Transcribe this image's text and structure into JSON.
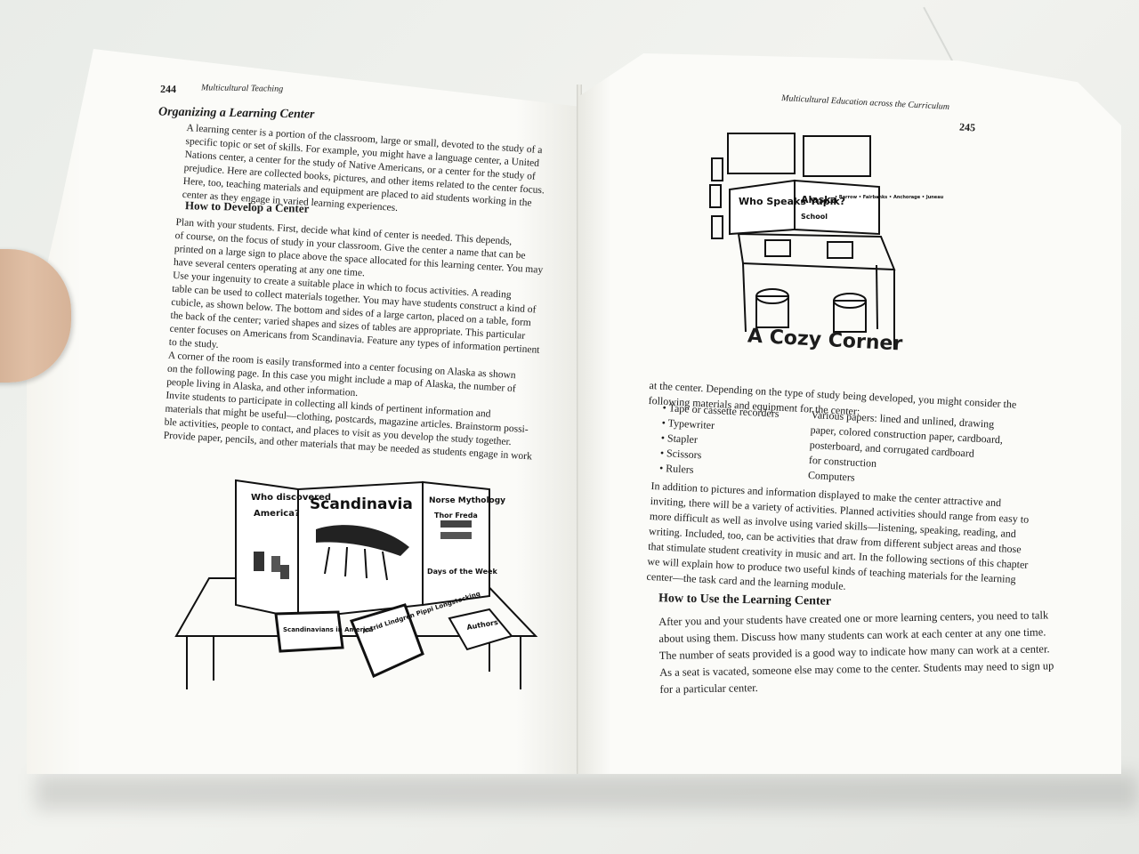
{
  "left_page": {
    "page_number": "244",
    "running_head": "Multicultural Teaching",
    "heading1": "Organizing a Learning Center",
    "para1": [
      "A learning center is a portion of the classroom, large or small, devoted to the study of a",
      "specific topic or set of skills. For example, you might have a language center, a United",
      "Nations center, a center for the study of Native Americans, or a center for the study of",
      "prejudice. Here are collected books, pictures, and other items related to the center focus.",
      "Here, too, teaching materials and equipment are placed to aid students working in the",
      "center as they engage in varied learning experiences."
    ],
    "heading2": "How to Develop a Center",
    "para2": [
      "Plan with your students. First, decide what kind of center is needed. This depends,",
      "of course, on the focus of study in your classroom. Give the center a name that can be",
      "printed on a large sign to place above the space allocated for this learning center. You may",
      "have several centers operating at any one time.",
      "Use your ingenuity to create a suitable place in which to focus activities. A reading",
      "table can be used to collect materials together. You may have students construct a kind of",
      "cubicle, as shown below. The bottom and sides of a large carton, placed on a table, form",
      "the back of the center; varied shapes and sizes of tables are appropriate. This particular",
      "center focuses on Americans from Scandinavia. Feature any types of information pertinent",
      "to the study.",
      "A corner of the room is easily transformed into a center focusing on Alaska as shown",
      "on the following page. In this case you might include a map of Alaska, the number of",
      "people living in Alaska, and other information.",
      "Invite students to participate in collecting all kinds of pertinent information and",
      "materials that might be useful—clothing, postcards, magazine articles. Brainstorm possi-",
      "ble activities, people to contact, and places to visit as you develop the study together.",
      "Provide paper, pencils, and other materials that may be needed as students engage in work"
    ],
    "illustration_labels": {
      "panel_left": "Who discovered America?",
      "panel_center": "Scandinavia",
      "panel_right_top": "Norse Mythology",
      "panel_right_sub": "Thor Freda",
      "panel_right_bottom": "Days of the Week",
      "book1": "Scandinavians in America",
      "book2": "Astrid Lindgren Pippi Longstocking",
      "book3": "Authors"
    }
  },
  "right_page": {
    "page_number": "245",
    "running_head": "Multicultural Education across the Curriculum",
    "illustration_caption": "A Cozy Corner",
    "illustration_labels": {
      "sign": "Who Speaks Yupik?",
      "alaska": "Alaska",
      "school": "School",
      "list": "• Barrow • Fairbanks • Anchorage • Juneau"
    },
    "para1": [
      "at the center. Depending on the type of study being developed, you might consider the",
      "following materials and equipment for the center:"
    ],
    "list_left": [
      "Tape or cassette recorders",
      "Typewriter",
      "Stapler",
      "Scissors",
      "Rulers"
    ],
    "list_right": [
      "Various papers: lined and unlined, drawing",
      "paper, colored construction paper, cardboard,",
      "posterboard, and corrugated cardboard",
      "for construction",
      "Computers"
    ],
    "para2": [
      "In addition to pictures and information displayed to make the center attractive and",
      "inviting, there will be a variety of activities. Planned activities should range from easy to",
      "more difficult as well as involve using varied skills—listening, speaking, reading, and",
      "writing. Included, too, can be activities that draw from different subject areas and those",
      "that stimulate student creativity in music and art. In the following sections of this chapter",
      "we will explain how to produce two useful kinds of teaching materials for the learning",
      "center—the task card and the learning module."
    ],
    "heading": "How to Use the Learning Center",
    "para3": [
      "After you and your students have created one or more learning centers, you need to talk",
      "about using them. Discuss how many students can work at each center at any one time.",
      "The number of seats provided is a good way to indicate how many can work at a center.",
      "As a seat is vacated, someone else may come to the center. Students may need to sign up",
      "for a particular center."
    ]
  }
}
